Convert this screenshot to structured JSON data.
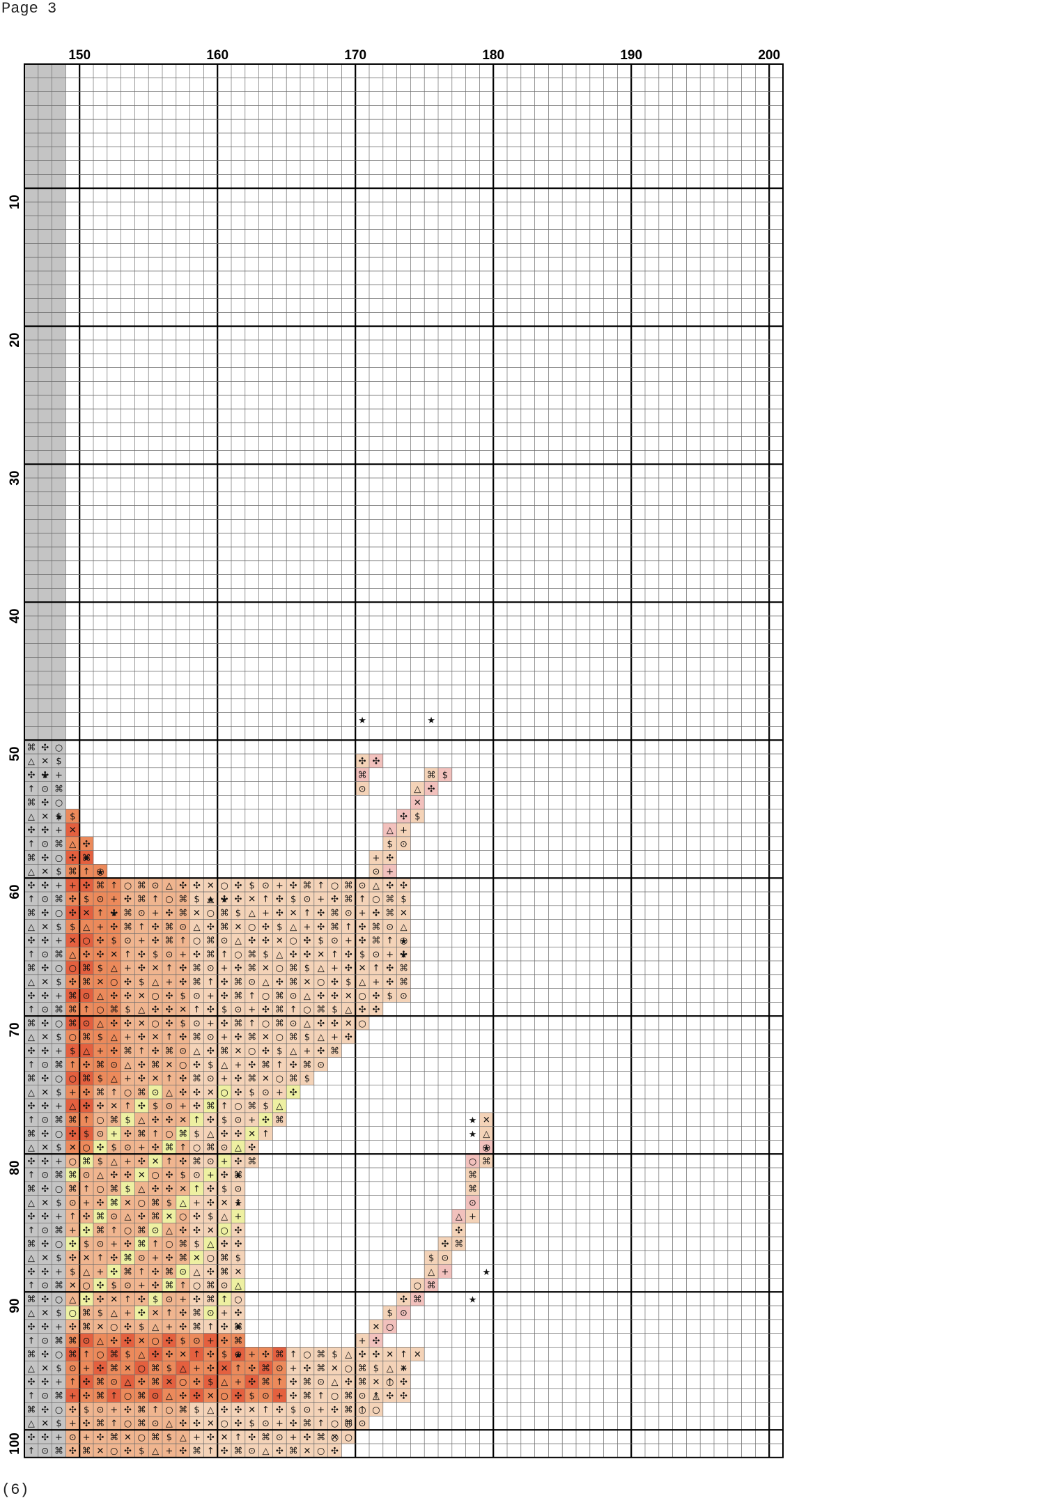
{
  "header": {
    "page_label": "Page 3"
  },
  "footer": {
    "label": "(6)"
  },
  "chart": {
    "type": "cross-stitch-pattern",
    "col_start": 146,
    "col_end": 201,
    "row_start": 1,
    "row_end": 102,
    "gray_margin_cols": 3,
    "column_labels": [
      "150",
      "160",
      "170",
      "180",
      "190",
      "200"
    ],
    "row_labels": [
      "10",
      "20",
      "30",
      "40",
      "50",
      "60",
      "70",
      "80",
      "90",
      "100"
    ],
    "colors": {
      "grid_line": "#6d6d6d",
      "major_line": "#000000",
      "margin_fill": "#c4c4c4",
      "dark_orange": "#e4603f",
      "orange": "#ec8a5b",
      "peach": "#f0b58f",
      "light_peach": "#f4d3b8",
      "cream": "#f6e8c9",
      "yellow_green": "#eef0a2",
      "pink": "#f2c1bd"
    }
  }
}
